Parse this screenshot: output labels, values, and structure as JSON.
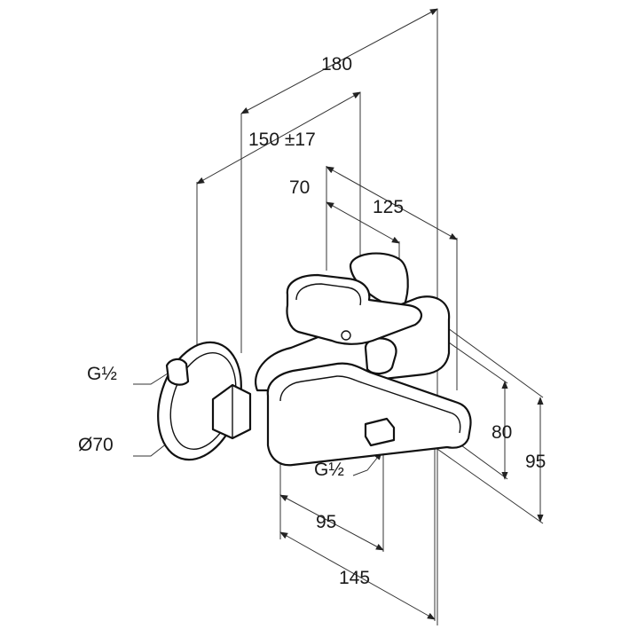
{
  "dimensions": {
    "overall_depth": "180",
    "wall_spacing": "150 ±17",
    "lever_offset": "70",
    "lever_depth": "125",
    "height_80": "80",
    "height_95": "95",
    "spout_offset": "95",
    "spout_depth": "145"
  },
  "threads": {
    "inlet_thread": "G½",
    "outlet_thread": "G½",
    "flange_diameter": "Ø70"
  },
  "colors": {
    "line": "#111111",
    "dimension_line": "#333333",
    "background": "#ffffff"
  }
}
